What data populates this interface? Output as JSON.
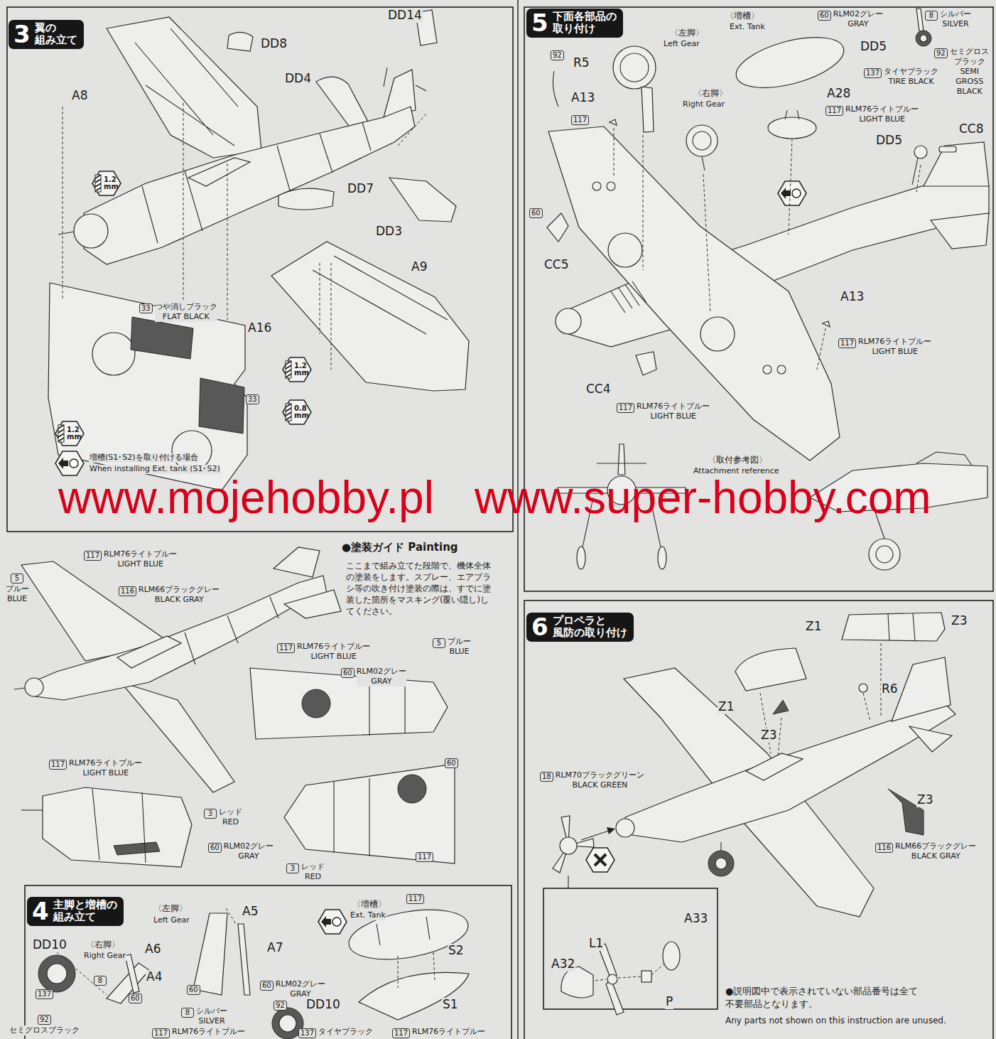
{
  "diagram": {
    "nodes": [
      {
        "text": [
          "3",
          "翼の 組み立て"
        ]
      },
      {
        "text": [
          "33",
          "つや消しブラック",
          "FLAT BLACK"
        ]
      },
      {
        "text": [
          "33"
        ]
      },
      {
        "text": [
          "5",
          "下面各部品の 取り付け"
        ]
      },
      {
        "text": [
          "92"
        ]
      },
      {
        "text": [
          "117"
        ]
      },
      {
        "text": [
          "60",
          "RLM02グレー",
          "GRAY"
        ]
      },
      {
        "text": [
          "8",
          "シルバー",
          "SILVER"
        ]
      },
      {
        "text": [
          "92",
          "セミグロス ブラック",
          "SEMI GROSS BLACK"
        ]
      },
      {
        "text": [
          "137",
          "タイヤブラック",
          "TIRE BLACK"
        ]
      },
      {
        "text": [
          "117",
          "RLM76ライトブルー",
          "LIGHT BLUE"
        ]
      },
      {
        "text": [
          "60"
        ]
      },
      {
        "text": [
          "117",
          "RLM76ライトブルー",
          "LIGHT BLUE"
        ]
      },
      {
        "text": [
          "117",
          "RLM76ライトブルー",
          "LIGHT BLUE"
        ]
      },
      {
        "text": [
          "117",
          "RLM76ライトブルー",
          "LIGHT BLUE"
        ]
      },
      {
        "text": [
          "5",
          "ブルー",
          "BLUE"
        ]
      },
      {
        "text": [
          "116",
          "RLM66ブラックグレー",
          "BLACK GRAY"
        ]
      },
      {
        "text": [
          "117",
          "RLM76ライトブルー",
          "LIGHT BLUE"
        ]
      },
      {
        "text": [
          "60",
          "RLM02グレー",
          "GRAY"
        ]
      },
      {
        "text": [
          "5",
          "ブルー",
          "BLUE"
        ]
      },
      {
        "text": [
          "60"
        ]
      },
      {
        "text": [
          "117",
          "RLM76ライトブルー",
          "LIGHT BLUE"
        ]
      },
      {
        "text": [
          "3",
          "レッド",
          "RED"
        ]
      },
      {
        "text": [
          "60",
          "RLM02グレー",
          "GRAY"
        ]
      },
      {
        "text": [
          "117"
        ]
      },
      {
        "text": [
          "3",
          "レッド",
          "RED"
        ]
      },
      {
        "text": [
          "4",
          "主脚と増槽の 組み立て"
        ]
      },
      {
        "text": [
          "117"
        ]
      },
      {
        "text": [
          "8"
        ]
      },
      {
        "text": [
          "60"
        ]
      },
      {
        "text": [
          "60"
        ]
      },
      {
        "text": [
          "60",
          "RLM02グレー",
          "GRAY"
        ]
      },
      {
        "text": [
          "137"
        ]
      },
      {
        "text": [
          "92",
          "セミグロスブラック"
        ]
      },
      {
        "text": [
          "8",
          "シルバー",
          "SILVER"
        ]
      },
      {
        "text": [
          "92"
        ]
      },
      {
        "text": [
          "117",
          "RLM76ライトブルー"
        ]
      },
      {
        "text": [
          "137",
          "タイヤブラック"
        ]
      },
      {
        "text": [
          "117",
          "RLM76ライトブルー"
        ]
      },
      {
        "text": [
          "6",
          "プロペラと 風防の取り付け"
        ]
      },
      {
        "text": [
          "18",
          "RLM70ブラックグリーン",
          "BLACK GREEN"
        ]
      },
      {
        "text": [
          "116",
          "RLM66ブラックグレー",
          "BLACK GRAY"
        ]
      }
    ],
    "labels": [
      "DD14",
      "DD8",
      "DD4",
      "A8",
      "1.2 mm",
      "DD7",
      "DD3",
      "A9",
      "A16",
      "1.2 mm",
      "0.8 mm",
      "1.2 mm",
      "増槽(S1･S2)を取り付ける場合",
      "When installing Ext. tank (S1･S2)",
      "www.mojehobby.pl",
      "www.super-hobby.com",
      "〈左脚〉",
      "Left Gear",
      "〈増槽〉",
      "Ext. Tank",
      "〈右脚〉",
      "Right Gear",
      "DD5",
      "R5",
      "A13",
      "A28",
      "CC8",
      "DD5",
      "CC5",
      "A13",
      "CC4",
      "〈取付参考図〉",
      "Attachment reference",
      "●塗装ガイド Painting",
      "ここまで組み立てた段階で、機体全体の塗装をします。スプレー、エアブラシ等の吹き付け塗装の際は、すでに塗装した箇所をマスキング(覆い隠し)してください。",
      "〈左脚〉",
      "Left Gear",
      "〈右脚〉",
      "Right Gear",
      "〈増槽〉",
      "Ext. Tank",
      "DD10",
      "A6",
      "A4",
      "A5",
      "A7",
      "DD10",
      "S2",
      "S1",
      "Z1",
      "Z3",
      "Z1",
      "Z3",
      "R6",
      "Z3",
      "L1",
      "A33",
      "A32",
      "P",
      "●説明図中で表示されていない部品番号は全て 不要部品となります。",
      "Any parts not shown on this instruction are unused."
    ]
  }
}
